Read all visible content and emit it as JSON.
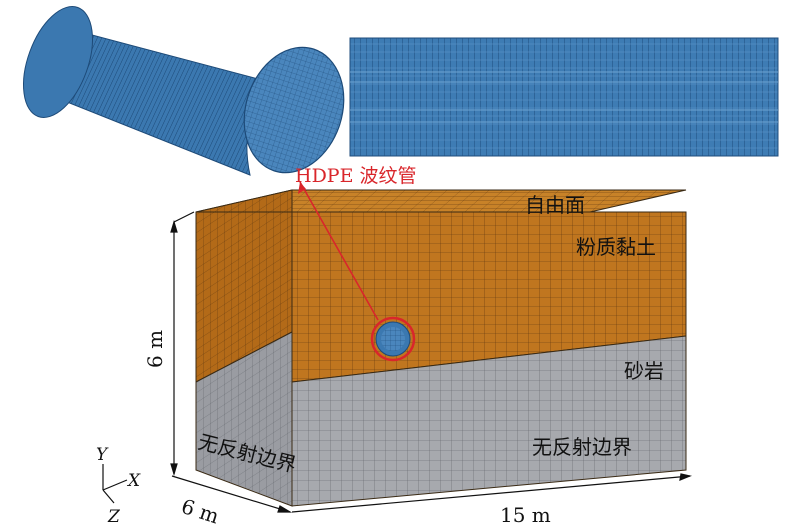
{
  "labels": {
    "pipe": "HDPE 波纹管",
    "free_surface": "自由面",
    "silty_clay": "粉质黏土",
    "sandstone": "砂岩",
    "nonreflect_right": "无反射边界",
    "nonreflect_left": "无反射边界",
    "dim_height": "6 m",
    "dim_depth": "6 m",
    "dim_length": "15 m",
    "axis_y": "Y",
    "axis_x": "X",
    "axis_z": "Z"
  },
  "colors": {
    "pipe_mesh": "#3b78b0",
    "soil": "#c0761f",
    "rock": "#a4a6ab",
    "callout": "#d9262b",
    "mesh_line": "#3a2a14"
  }
}
